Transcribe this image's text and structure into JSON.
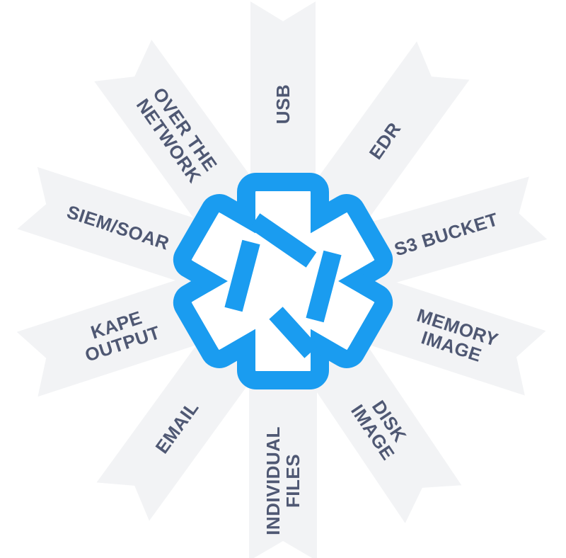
{
  "colors": {
    "ribbon": "#f2f3f5",
    "label": "#4f5873",
    "hub": "#1a9cf0"
  },
  "hub": {
    "icon": "medical-star-icon"
  },
  "sources": [
    {
      "id": "usb",
      "lines": [
        "USB"
      ]
    },
    {
      "id": "edr",
      "lines": [
        "EDR"
      ]
    },
    {
      "id": "s3-bucket",
      "lines": [
        "S3 BUCKET"
      ]
    },
    {
      "id": "memory-image",
      "lines": [
        "MEMORY",
        "IMAGE"
      ]
    },
    {
      "id": "disk-image",
      "lines": [
        "DISK",
        "IMAGE"
      ]
    },
    {
      "id": "individual-files",
      "lines": [
        "INDIVIDUAL",
        "FILES"
      ]
    },
    {
      "id": "email",
      "lines": [
        "EMAIL"
      ]
    },
    {
      "id": "kape-output",
      "lines": [
        "KAPE",
        "OUTPUT"
      ]
    },
    {
      "id": "siem-soar",
      "lines": [
        "SIEM/SOAR"
      ]
    },
    {
      "id": "over-the-network",
      "lines": [
        "OVER THE",
        "NETWORK"
      ]
    }
  ]
}
